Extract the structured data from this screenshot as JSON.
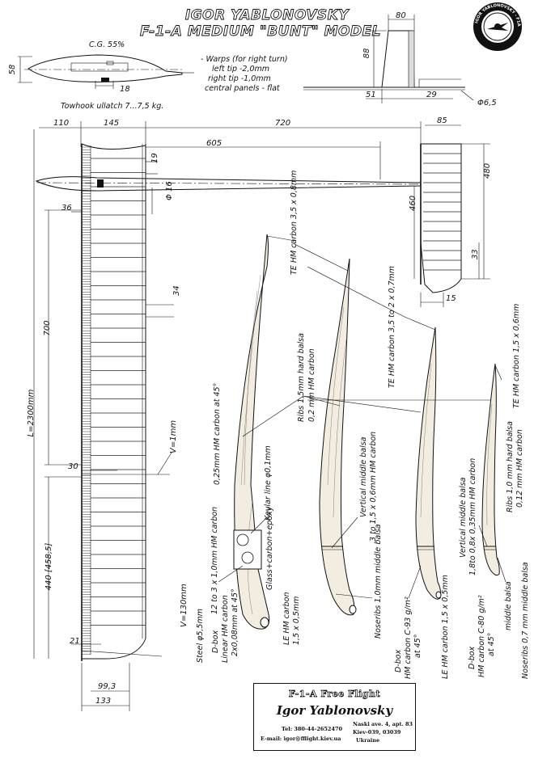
{
  "header": {
    "line1": "IGOR YABLONOVSKY",
    "line2": "F-1-A MEDIUM \"BUNT\" MODEL"
  },
  "logo": {
    "text": "IGOR YABLONOVSKY - F1A"
  },
  "fuselage_side": {
    "cg": "C.G. 55%",
    "height": "58",
    "hook_dim": "18",
    "towhook": "Towhook ullatch 7...7,5 kg."
  },
  "warps": {
    "title": "- Warps (for right turn)",
    "left": "left tip  -2,0mm",
    "right": "right tip  -1,0mm",
    "central": "central panels - flat"
  },
  "fin": {
    "width": "80",
    "height": "88",
    "base_left": "51",
    "base_right": "29",
    "tube": "Φ6,5"
  },
  "planform": {
    "d110": "110",
    "d145": "145",
    "d720": "720",
    "d85": "85",
    "d605": "605",
    "d19": "19",
    "d16": "Φ 16",
    "d480": "480",
    "d460": "460",
    "d33": "33",
    "d15": "15",
    "d36": "36",
    "d34": "34",
    "d700": "700",
    "span": "L=2300mm",
    "v1": "V=1mm",
    "d30": "30",
    "d440": "440 [458,5]",
    "v130": "V=130mm",
    "d21": "21",
    "d99": "99,3",
    "d133": "133"
  },
  "labels": {
    "te_a": "TE HM carbon 3,5 x 0,8mm",
    "te_b": "TE HM carbon 3,5 to 2 x 0,7mm",
    "te_c": "TE HM carbon 1,5 x 0,6mm",
    "ribs_a1": "Ribs 1,5mm hard balsa",
    "ribs_a2": "0,2 mm HM carbon",
    "hm45": "0,25mm HM carbon at 45°",
    "kevlar": "Kevlar line φ0,1mm",
    "spar": "12 to 3 x 1,0mm HM carbon",
    "glass": "Glass+carbon+epoxy",
    "steel": "Steel φ5,5mm",
    "dbox1a": "D-box",
    "dbox1b": "Linear HM carbon",
    "dbox1c": "2x0,08mm at 45°",
    "le1a": "LE HM carbon",
    "le1b": "1,5 x 0,5mm",
    "vmid_a": "Vertical middle balsa",
    "vmid_b": "3 to 1,5 x 0,6mm HM carbon",
    "noseribs1": "Noseribs 1,0mm middle balsa",
    "dbox2a": "D-box",
    "dbox2b": "HM carbon C-93 g/m²",
    "dbox2c": "at 45°",
    "le2": "LE HM carbon  1,5 x 0,5mm",
    "vmid2_a": "Vertical middle balsa",
    "vmid2_b": "1,8to 0,8x 0,35mm HM carbon",
    "ribs2_a": "Ribs 1,0 mm hard balsa",
    "ribs2_b": "0,12 mm HM carbon",
    "dbox3a": "D-box",
    "dbox3b": "HM carbon C-80 g/m²",
    "dbox3c": "at 45°",
    "middle": "middle balsa",
    "noseribs2": "Noseribs 0,7 mm middle balsa"
  },
  "info_box": {
    "head": "F-1-A   Free Flight",
    "name": "Igor  Yablonovsky",
    "tel": "Tel: 380-44-2652470",
    "email": "E-mail: igor@fflight.kiev.ua",
    "addr1": "Naski ave. 4, apt. 83",
    "addr2": "Kiev-039,  03039",
    "addr3": "Ukraine"
  }
}
